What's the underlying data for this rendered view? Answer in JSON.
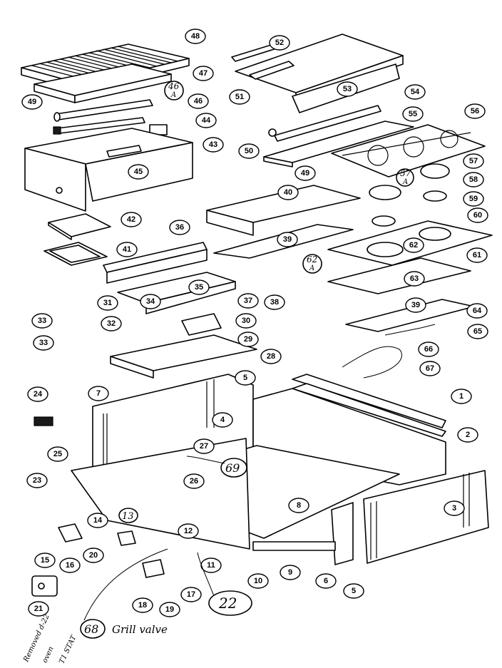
{
  "callouts": [
    {
      "id": "48",
      "label": "48"
    },
    {
      "id": "49a",
      "label": "49"
    },
    {
      "id": "47",
      "label": "47"
    },
    {
      "id": "46",
      "label": "46"
    },
    {
      "id": "44",
      "label": "44"
    },
    {
      "id": "43",
      "label": "43"
    },
    {
      "id": "45",
      "label": "45"
    },
    {
      "id": "52",
      "label": "52"
    },
    {
      "id": "53",
      "label": "53"
    },
    {
      "id": "51",
      "label": "51"
    },
    {
      "id": "54",
      "label": "54"
    },
    {
      "id": "55",
      "label": "55"
    },
    {
      "id": "56",
      "label": "56"
    },
    {
      "id": "50",
      "label": "50"
    },
    {
      "id": "49b",
      "label": "49"
    },
    {
      "id": "57",
      "label": "57"
    },
    {
      "id": "58",
      "label": "58"
    },
    {
      "id": "59",
      "label": "59"
    },
    {
      "id": "40",
      "label": "40"
    },
    {
      "id": "42",
      "label": "42"
    },
    {
      "id": "60",
      "label": "60"
    },
    {
      "id": "36",
      "label": "36"
    },
    {
      "id": "39a",
      "label": "39"
    },
    {
      "id": "62",
      "label": "62"
    },
    {
      "id": "41",
      "label": "41"
    },
    {
      "id": "61",
      "label": "61"
    },
    {
      "id": "35",
      "label": "35"
    },
    {
      "id": "63",
      "label": "63"
    },
    {
      "id": "34",
      "label": "34"
    },
    {
      "id": "37",
      "label": "37"
    },
    {
      "id": "38",
      "label": "38"
    },
    {
      "id": "31",
      "label": "31"
    },
    {
      "id": "39b",
      "label": "39"
    },
    {
      "id": "64",
      "label": "64"
    },
    {
      "id": "33a",
      "label": "33"
    },
    {
      "id": "30",
      "label": "30"
    },
    {
      "id": "32",
      "label": "32"
    },
    {
      "id": "65",
      "label": "65"
    },
    {
      "id": "29",
      "label": "29"
    },
    {
      "id": "33b",
      "label": "33"
    },
    {
      "id": "66",
      "label": "66"
    },
    {
      "id": "28",
      "label": "28"
    },
    {
      "id": "67",
      "label": "67"
    },
    {
      "id": "24",
      "label": "24"
    },
    {
      "id": "7",
      "label": "7"
    },
    {
      "id": "5a",
      "label": "5"
    },
    {
      "id": "1",
      "label": "1"
    },
    {
      "id": "4",
      "label": "4"
    },
    {
      "id": "2",
      "label": "2"
    },
    {
      "id": "27",
      "label": "27"
    },
    {
      "id": "25",
      "label": "25"
    },
    {
      "id": "23",
      "label": "23"
    },
    {
      "id": "26",
      "label": "26"
    },
    {
      "id": "3",
      "label": "3"
    },
    {
      "id": "8",
      "label": "8"
    },
    {
      "id": "14",
      "label": "14"
    },
    {
      "id": "12",
      "label": "12"
    },
    {
      "id": "20",
      "label": "20"
    },
    {
      "id": "15",
      "label": "15"
    },
    {
      "id": "16",
      "label": "16"
    },
    {
      "id": "11",
      "label": "11"
    },
    {
      "id": "9",
      "label": "9"
    },
    {
      "id": "10",
      "label": "10"
    },
    {
      "id": "6",
      "label": "6"
    },
    {
      "id": "5b",
      "label": "5"
    },
    {
      "id": "17",
      "label": "17"
    },
    {
      "id": "18",
      "label": "18"
    },
    {
      "id": "19",
      "label": "19"
    },
    {
      "id": "21",
      "label": "21"
    }
  ],
  "handwritten": {
    "n46a": "46",
    "n46b": "A",
    "n57a": "57",
    "n57b": "A",
    "n62a": "62",
    "n62b": "A",
    "n69": "69",
    "n13": "13",
    "n22": "22",
    "n68": "68",
    "grill_valve": "Grill valve",
    "removed_line1": "Removed d-22",
    "removed_line2": "oven",
    "removed_line3": "T1 STAT"
  }
}
